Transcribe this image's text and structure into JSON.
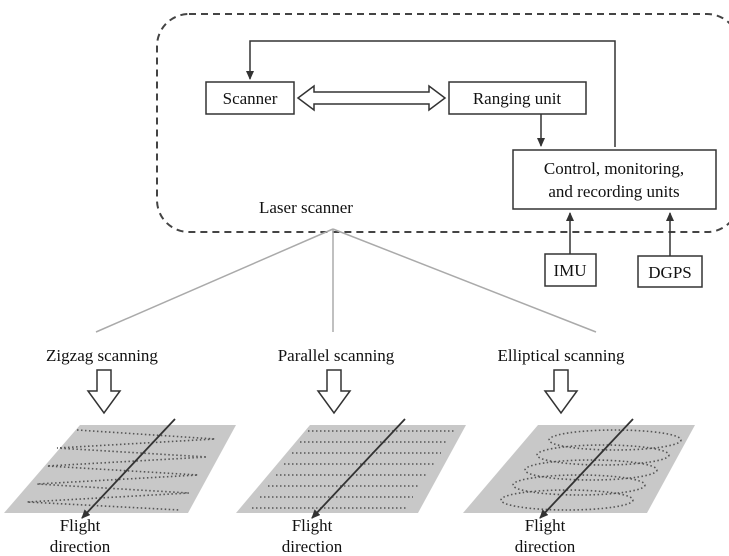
{
  "system": {
    "label": "Laser scanner",
    "scanner": "Scanner",
    "ranging_unit": "Ranging unit",
    "control_line1": "Control, monitoring,",
    "control_line2": "and recording units",
    "imu": "IMU",
    "dgps": "DGPS"
  },
  "patterns": [
    {
      "name": "Zigzag scanning",
      "direction_line1": "Flight",
      "direction_line2": "direction"
    },
    {
      "name": "Parallel scanning",
      "direction_line1": "Flight",
      "direction_line2": "direction"
    },
    {
      "name": "Elliptical scanning",
      "direction_line1": "Flight",
      "direction_line2": "direction"
    }
  ],
  "colors": {
    "stroke": "#333333",
    "fan": "#aaaaaa",
    "ground": "#c8c8c8",
    "points": "#555555"
  }
}
